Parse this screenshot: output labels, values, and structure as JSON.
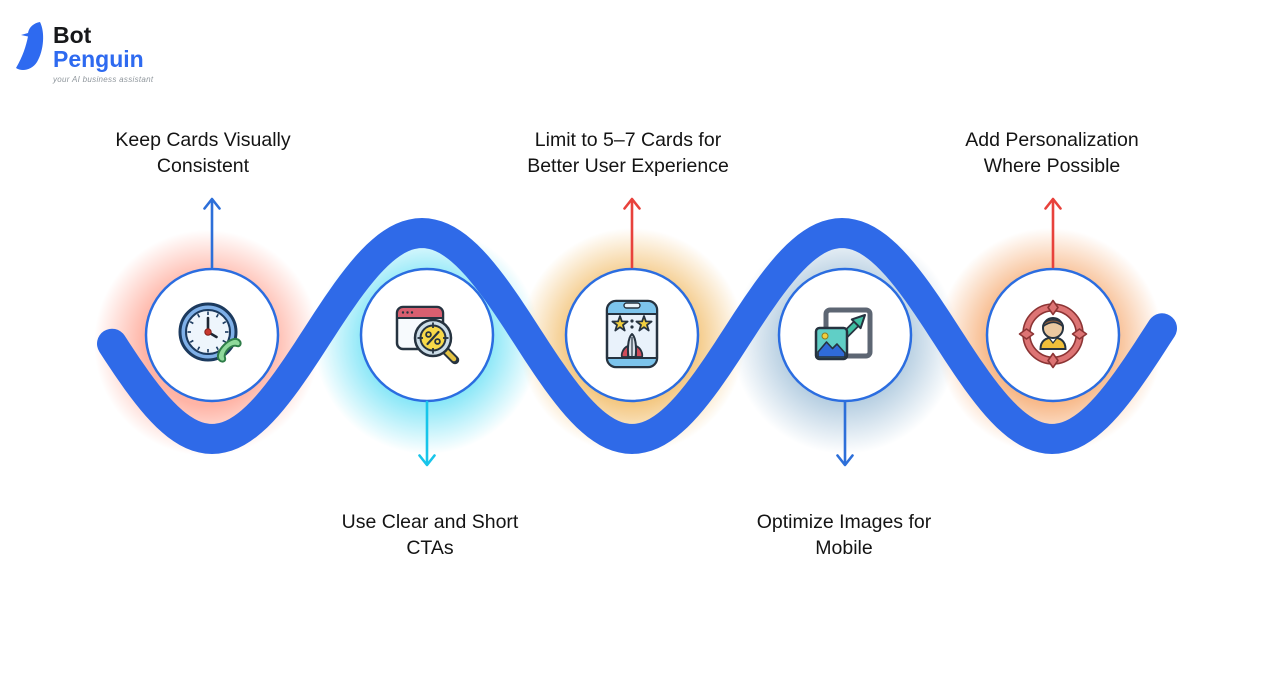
{
  "logo": {
    "brand_line1": "Bot",
    "brand_line2": "Penguin",
    "tagline": "your AI business assistant",
    "icon": "penguin-icon"
  },
  "colors": {
    "background": "#ffffff",
    "wave": "#2f6ae8",
    "circle_border": "#2b6de0",
    "text": "#141414",
    "logo_blue": "#2e6af0",
    "arrow_blue": "#2d6fd9",
    "arrow_cyan": "#18c5ea",
    "arrow_red": "#e8423c"
  },
  "steps": [
    {
      "id": 1,
      "position": "top",
      "label": "Keep Cards Visually Consistent",
      "lines": [
        "Keep Cards Visually",
        "Consistent"
      ],
      "icon": "clock-phone-icon",
      "arrow_direction": "up",
      "arrow_color": "#2d6fd9",
      "glow_color": "#ff9b88"
    },
    {
      "id": 2,
      "position": "bottom",
      "label": "Use Clear and Short CTAs",
      "lines": [
        "Use Clear and Short",
        "CTAs"
      ],
      "icon": "discount-search-icon",
      "arrow_direction": "down",
      "arrow_color": "#18c5ea",
      "glow_color": "#63dff5"
    },
    {
      "id": 3,
      "position": "top",
      "label": "Limit to 5–7 Cards for Better User Experience",
      "lines": [
        "Limit to 5–7 Cards for",
        "Better User Experience"
      ],
      "icon": "card-rocket-icon",
      "arrow_direction": "up",
      "arrow_color": "#e8423c",
      "glow_color": "#f0b558"
    },
    {
      "id": 4,
      "position": "bottom",
      "label": "Optimize Images for Mobile",
      "lines": [
        "Optimize Images for",
        "Mobile"
      ],
      "icon": "image-resize-icon",
      "arrow_direction": "down",
      "arrow_color": "#2d6fd9",
      "glow_color": "#9fbfd8"
    },
    {
      "id": 5,
      "position": "top",
      "label": "Add Personalization Where Possible",
      "lines": [
        "Add Personalization",
        "Where Possible"
      ],
      "icon": "person-target-icon",
      "arrow_direction": "up",
      "arrow_color": "#e8423c",
      "glow_color": "#f5a263"
    }
  ]
}
